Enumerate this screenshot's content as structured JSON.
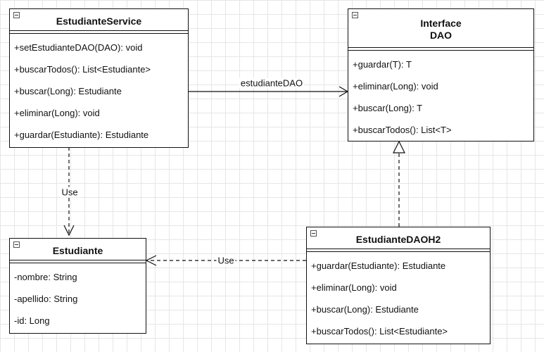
{
  "classes": {
    "service": {
      "name": "EstudianteService",
      "methods": [
        "+setEstudianteDAO(DAO): void",
        "+buscarTodos(): List<Estudiante>",
        "+buscar(Long): Estudiante",
        "+eliminar(Long): void",
        "+guardar(Estudiante): Estudiante"
      ]
    },
    "dao_interface": {
      "stereotype": "Interface",
      "name": "DAO",
      "methods": [
        "+guardar(T): T",
        "+eliminar(Long): void",
        "+buscar(Long): T",
        "+buscarTodos(): List<T>"
      ]
    },
    "estudiante": {
      "name": "Estudiante",
      "attributes": [
        "-nombre: String",
        "-apellido: String",
        "-id: Long"
      ]
    },
    "dao_h2": {
      "name": "EstudianteDAOH2",
      "methods": [
        "+guardar(Estudiante): Estudiante",
        "+eliminar(Long): void",
        "+buscar(Long): Estudiante",
        "+buscarTodos(): List<Estudiante>"
      ]
    }
  },
  "relations": {
    "service_to_dao": {
      "label": "estudianteDAO",
      "type": "association"
    },
    "service_uses_estudiante": {
      "label": "Use",
      "type": "dependency"
    },
    "daoh2_uses_estudiante": {
      "label": "Use",
      "type": "dependency"
    },
    "daoh2_implements_dao": {
      "label": "",
      "type": "realization"
    }
  },
  "colors": {
    "line": "#111111",
    "grid": "#e6e6e6",
    "box_fill": "#ffffff"
  }
}
